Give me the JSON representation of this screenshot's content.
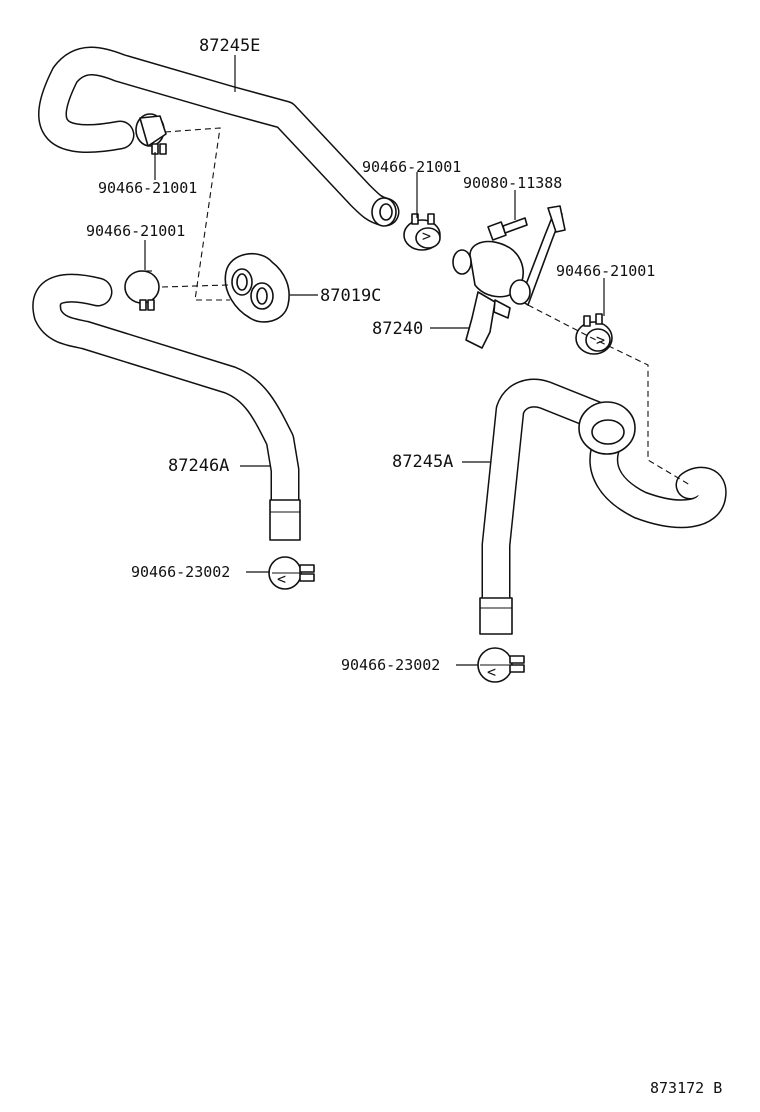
{
  "parts": {
    "hose_upper_left": "87245E",
    "hose_left": "87246A",
    "hose_right": "87245A",
    "grommet": "87019C",
    "valve": "87240",
    "bolt": "90080-11388",
    "clamp_upper_left": "90466-21001",
    "clamp_mid_left": "90466-21001",
    "clamp_center": "90466-21001",
    "clamp_right": "90466-21001",
    "clamp_bottom_left": "90466-23002",
    "clamp_bottom_right": "90466-23002"
  },
  "figure_code": "873172 B"
}
